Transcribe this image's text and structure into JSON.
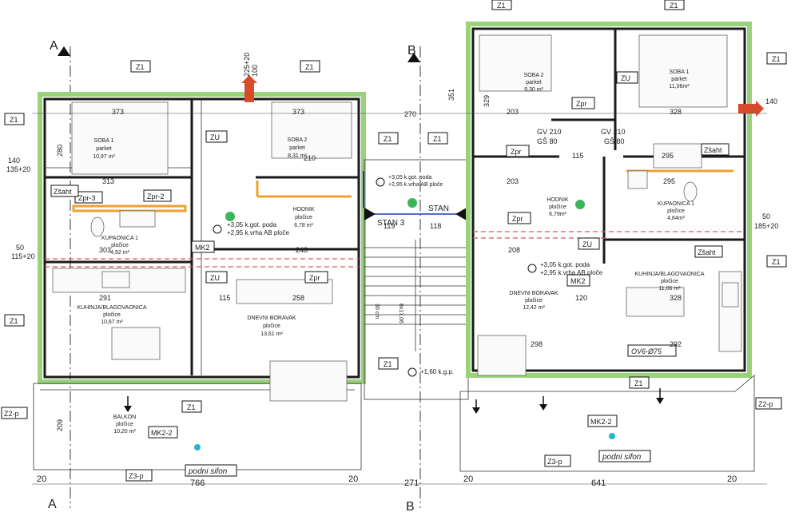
{
  "sections": {
    "a_label": "A",
    "b_label": "B"
  },
  "left_apartment": {
    "rooms": [
      {
        "name": "SOBA 1",
        "finish": "parket",
        "area": "10,97 m²"
      },
      {
        "name": "SOBA 2",
        "finish": "parket",
        "area": "8,31 m²"
      },
      {
        "name": "HODNIK",
        "finish": "pločice",
        "area": "6,78 m²"
      },
      {
        "name": "KUPAONICA 1",
        "finish": "pločice",
        "area": "4,92 m²"
      },
      {
        "name": "KUHINJA/BLAGOVAONICA",
        "finish": "pločice",
        "area": "10,67 m²"
      },
      {
        "name": "DNEVNI BORAVAK",
        "finish": "pločice",
        "area": "13,61 m²"
      },
      {
        "name": "BALKON",
        "finish": "pločice",
        "area": "10,20 m²"
      }
    ],
    "level_note_1": "+3,05 k.got. poda",
    "level_note_2": "+2,95 k.vrha AB ploče",
    "drain": "podni sifon"
  },
  "right_apartment": {
    "rooms": [
      {
        "name": "SOBA 2",
        "finish": "parket",
        "area": "9,30 m²"
      },
      {
        "name": "SOBA 1",
        "finish": "parket",
        "area": "11,06m²"
      },
      {
        "name": "HODNIK",
        "finish": "pločice",
        "area": "6,79m²"
      },
      {
        "name": "KUPAONICA 1",
        "finish": "pločice",
        "area": "4,84m²"
      },
      {
        "name": "KUHINJA/BLAGOVAONICA",
        "finish": "pločice",
        "area": "11,06 m²"
      },
      {
        "name": "DNEVNI BORAVAK",
        "finish": "pločice",
        "area": "12,42 m²"
      }
    ],
    "level_note_1": "+3,05 k.got. poda",
    "level_note_2": "+2,95 k.vrha AB ploče",
    "drain": "podni sifon",
    "window_tag": "OV6-Ø75"
  },
  "stair": {
    "stan3": "STAN 3",
    "stan": "STAN",
    "level": "+1,60 k.g.p.",
    "steps": "8x17,06",
    "tread": "30 cm"
  },
  "tags": {
    "z1": "Z1",
    "zu": "ZU",
    "zpr": "Zpr",
    "zpr2": "Zpr-2",
    "zpr3": "Zpr-3",
    "zshaht": "Zšaht",
    "z2p": "Z2-p",
    "z3p": "Z3-p",
    "mk2": "MK2",
    "mk22": "MK2-2",
    "mk2z": "MK2-2"
  },
  "dims": {
    "bottom_left_total": "766",
    "bottom_mid": "271",
    "bottom_right_total": "641",
    "edge_20": "20",
    "top_270": "270",
    "d373": "373",
    "d313": "313",
    "d210": "210",
    "d303": "303",
    "d248": "248",
    "d291": "291",
    "d258": "258",
    "d115": "115",
    "d203": "203",
    "d328": "328",
    "d295": "295",
    "d208": "208",
    "d298": "298",
    "d292": "292",
    "d119": "119",
    "d118": "118",
    "d120": "120",
    "d329": "329",
    "d351": "351",
    "d209": "209",
    "d280": "280",
    "d140": "140",
    "d135_20": "135+20",
    "d50": "50",
    "d115_20": "115+20",
    "d185_20": "185+20",
    "d225_20": "225+20",
    "d100": "100",
    "gv210": "GV 210",
    "gs80": "GŠ 80"
  }
}
